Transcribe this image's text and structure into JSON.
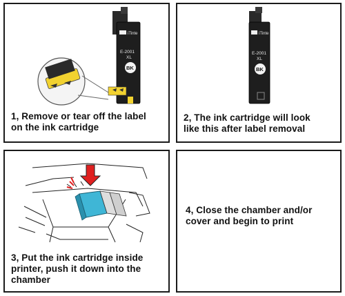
{
  "panels": [
    {
      "caption": "1, Remove or tear off the label\non the ink cartridge",
      "cartridge": {
        "brand": "iTinte",
        "model": "E-2001",
        "size": "XL",
        "color_code": "BK"
      }
    },
    {
      "caption": "2, The ink cartridge will look\nlike  this after label removal",
      "cartridge": {
        "brand": "iTinte",
        "model": "E-2001",
        "size": "XL",
        "color_code": "BK"
      }
    },
    {
      "caption": "3,  Put the ink cartridge inside\nprinter, push it down into the\nchamber"
    },
    {
      "caption": "4,  Close the chamber and/or\ncover and begin to print"
    }
  ],
  "colors": {
    "cartridge_body": "#1e1e1e",
    "label_yellow": "#f2d230",
    "cyan_cartridge": "#3fb6d6",
    "arrow_red": "#e02020"
  }
}
